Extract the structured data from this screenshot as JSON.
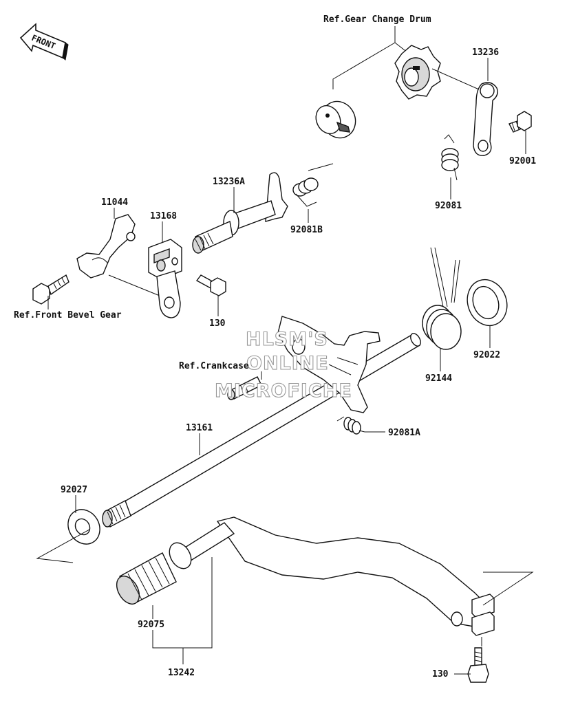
{
  "front_badge": "FRONT",
  "labels": {
    "ref_gear_change_drum": "Ref.Gear Change Drum",
    "p13236": "13236",
    "p92001": "92001",
    "p92081": "92081",
    "p13236A": "13236A",
    "p92081B": "92081B",
    "p11044": "11044",
    "p13168": "13168",
    "ref_front_bevel_gear": "Ref.Front Bevel Gear",
    "p130_upper": "130",
    "ref_crankcase": "Ref.Crankcase",
    "p92144": "92144",
    "p92022": "92022",
    "p92081A": "92081A",
    "p13161": "13161",
    "p92027": "92027",
    "p92075": "92075",
    "p13242": "13242",
    "p130_lower": "130"
  },
  "watermark": {
    "line1": "HLSM'S",
    "line2": "ONLINE",
    "line3": "MICROFICHE"
  }
}
